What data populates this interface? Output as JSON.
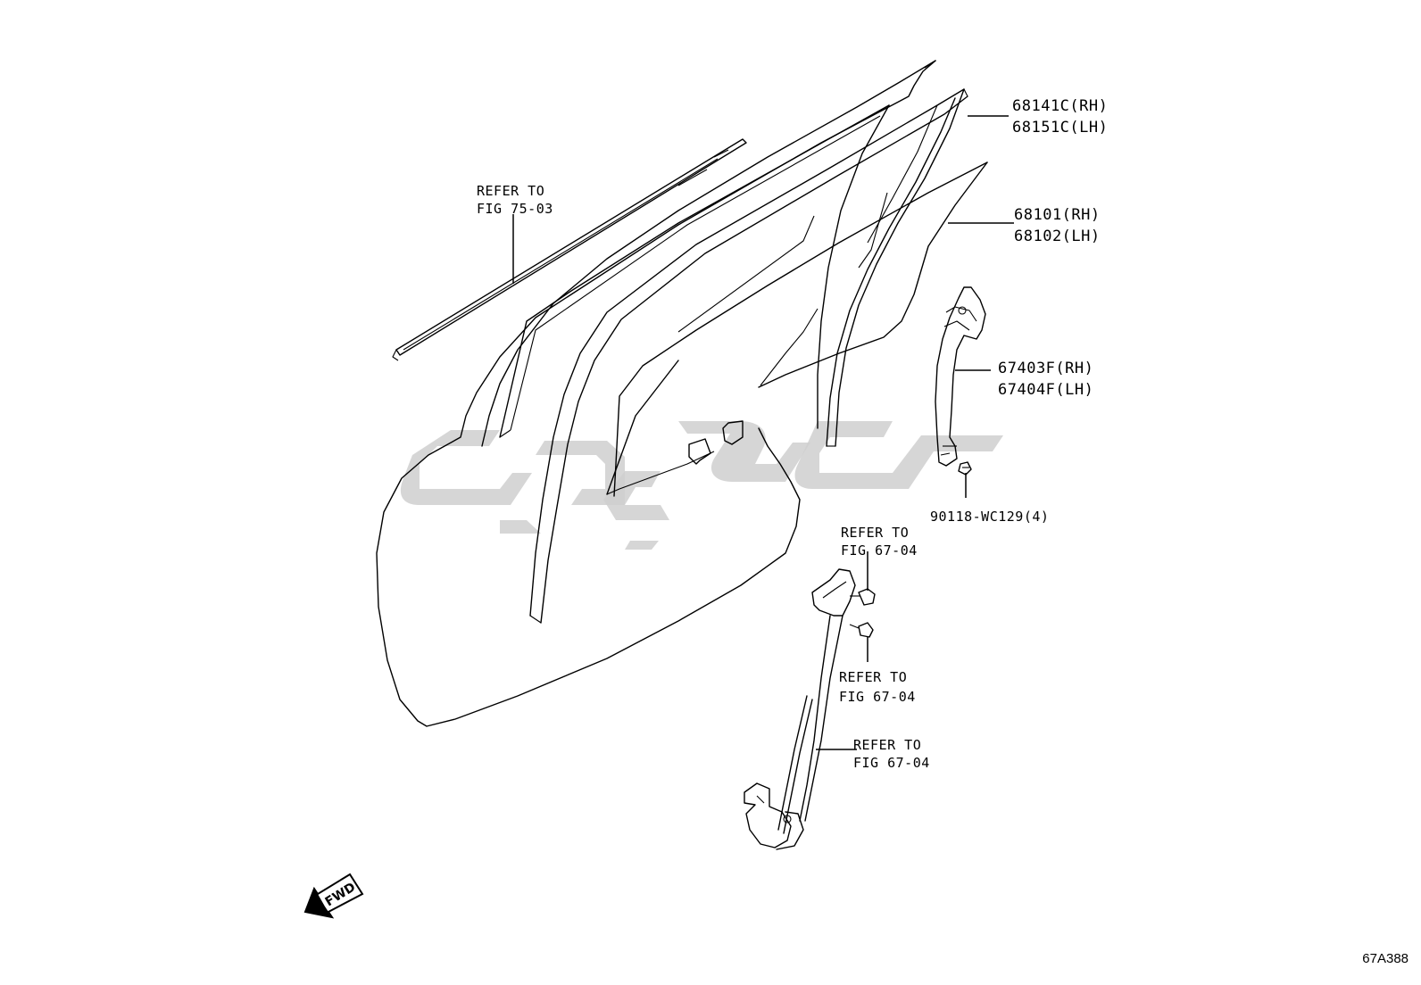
{
  "diagram": {
    "figure_code": "67A388",
    "fwd_label": "FWD",
    "callouts": {
      "glass_channel": [
        "68141C(RH)",
        "68151C(LH)"
      ],
      "door_glass": [
        "68101(RH)",
        "68102(LH)"
      ],
      "rear_channel": [
        "67403F(RH)",
        "67404F(LH)"
      ],
      "bolt": [
        "90118-WC129(4)"
      ],
      "ref_belt_moulding": [
        "REFER TO",
        "FIG 75-03"
      ],
      "ref_regulator_bolt_upper": [
        "REFER TO",
        "FIG 67-04"
      ],
      "ref_regulator_bolt_lower": [
        "REFER TO",
        "FIG 67-04"
      ],
      "ref_regulator": [
        "REFER TO",
        "FIG 67-04"
      ]
    }
  }
}
